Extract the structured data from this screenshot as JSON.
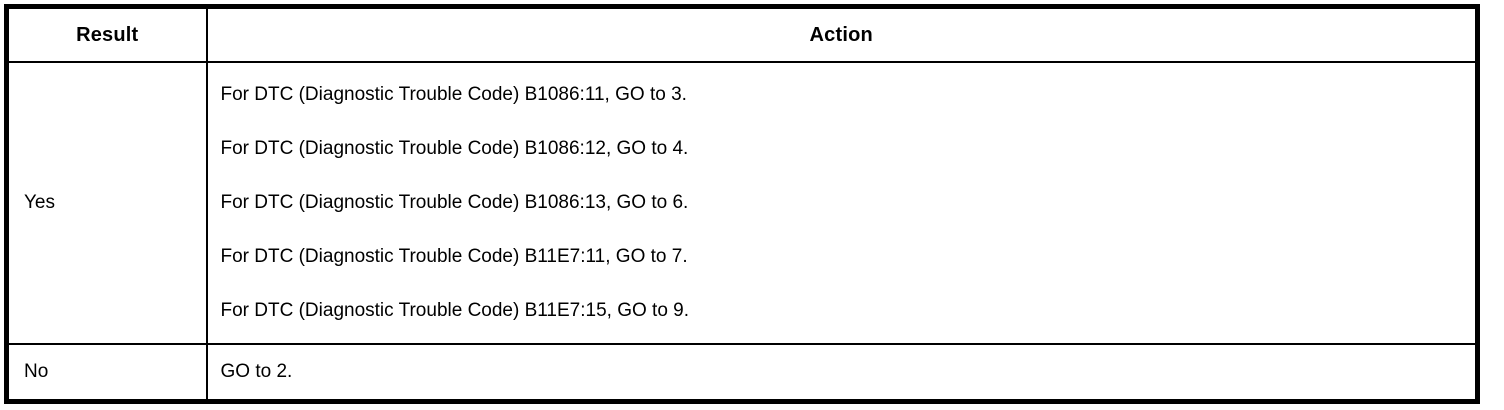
{
  "page": {
    "background_color": "#ffffff",
    "ink_color": "#000000",
    "kind": "service-manual diagnostic result table"
  },
  "table": {
    "headers": [
      "Result",
      "Action"
    ],
    "rows": [
      {
        "result": "Yes",
        "actions": [
          "For DTC (Diagnostic Trouble Code) B1086:11, GO to 3.",
          "For DTC (Diagnostic Trouble Code) B1086:12, GO to 4.",
          "For DTC (Diagnostic Trouble Code) B1086:13, GO to 6.",
          "For DTC (Diagnostic Trouble Code) B11E7:11, GO to 7.",
          "For DTC (Diagnostic Trouble Code) B11E7:15, GO to 9."
        ]
      },
      {
        "result": "No",
        "actions": [
          "GO to 2."
        ]
      }
    ]
  }
}
